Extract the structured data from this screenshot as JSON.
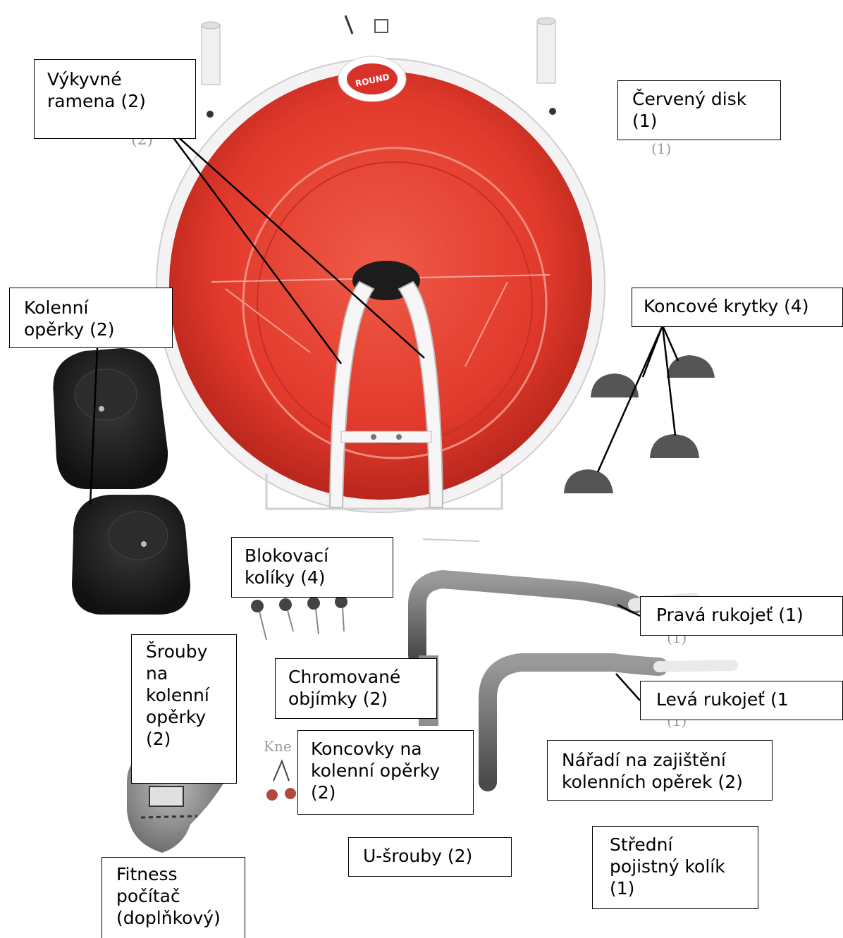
{
  "labels": {
    "swing_arms": "Výkyvné\nramena (2)",
    "red_disk": "Červený disk\n(1)",
    "knee_pads": "Kolenní\nopěrky (2)",
    "end_caps": "Koncové krytky (4)",
    "locking_pins": "Blokovací\nkolíky (4)",
    "right_handle": "Pravá rukojeť (1)",
    "knee_pad_screws": "Šrouby\nna\nkolenní\nopěrky\n(2)",
    "chrome_sleeves": "Chromované\nobjímky (2)",
    "left_handle": "Levá rukojeť (1",
    "knee_pad_endcaps": "Koncovky na\nkolenní opěrky\n(2)",
    "knee_lock_tool": "Nářadí na zajištění\nkolenních opěrek (2)",
    "u_bolts": "U-šrouby (2)",
    "center_pin": "Střední\npojistný kolík\n(1)",
    "fitness_computer": "Fitness\npočítač\n(doplňkový)"
  },
  "colors": {
    "disk_red": "#e23a2c",
    "disk_dark": "#b8261c",
    "frame_white": "#f4f2f2",
    "pad_black": "#1e1e1e",
    "handle_gray": "#7a7a7a",
    "cap_gray": "#555555"
  }
}
